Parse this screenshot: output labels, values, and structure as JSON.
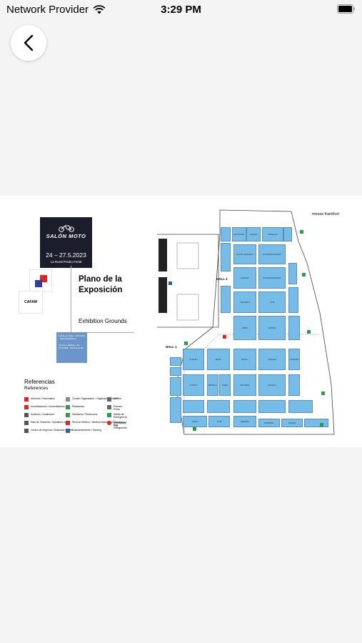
{
  "status_bar": {
    "carrier": "Network Provider",
    "time": "3:29 PM"
  },
  "nav": {
    "back_icon": "chevron-left-icon"
  },
  "map": {
    "event_brand": "SALÓN MOTO",
    "event_dates": "24 – 27.5.2023",
    "event_venue": "La Rural Predio Ferial",
    "partner_logo": "CAFAM",
    "title": "Plano de la Exposición",
    "subtitle": "Exhibition Grounds",
    "info_box": [
      "Fecha y horario · 24.5.2023 · Sólo Acreditados",
      "Jueves a sábado · 25-27.5.2023 · 13:00 a 21:00"
    ],
    "references_title": "Referencias",
    "references_subtitle": "References",
    "legend": [
      {
        "label": "Informes / Information",
        "color": "#e0241f"
      },
      {
        "label": "Acreditaciones / Accreditations",
        "color": "#e0241f"
      },
      {
        "label": "Auditorio / Auditorium",
        "color": "#555555"
      },
      {
        "label": "Sala de Oradores / Speakers room",
        "color": "#555555"
      },
      {
        "label": "Centro de negocios / Business Center",
        "color": "#555555"
      },
      {
        "label": "Comité Organizador / Organizing Committee",
        "color": "#888888"
      },
      {
        "label": "Restaurant",
        "color": "#2e9d4a"
      },
      {
        "label": "Sanitarios / Restrooms",
        "color": "#2e9d4a"
      },
      {
        "label": "Servicio Médico / Medical Assistance",
        "color": "#e0241f"
      },
      {
        "label": "Estacionamiento / Parking",
        "color": "#2f5fa8"
      },
      {
        "label": "VIP",
        "color": "#666666"
      },
      {
        "label": "Prensa / Press",
        "color": "#666666"
      },
      {
        "label": "Salida de Emergencia / Emergency Exit",
        "color": "#2e9d4a"
      },
      {
        "label": "Matafuego / Fire extinguisher",
        "color": "#e0241f"
      }
    ],
    "organizer": "messe frankfurt",
    "hall_1": "HALL 1",
    "hall_2": "HALL 2",
    "colors": {
      "stand_blue": "#76bce9",
      "exit_green": "#2e9d4a",
      "info_red": "#e0241f"
    }
  }
}
